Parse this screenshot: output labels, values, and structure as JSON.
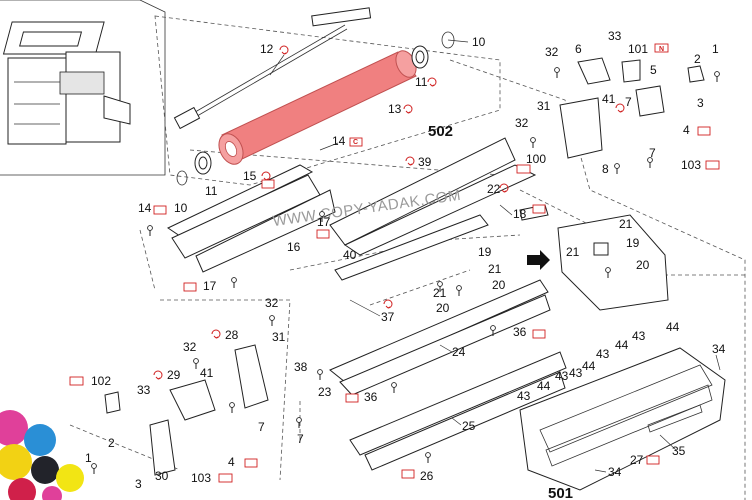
{
  "watermark": "WWW.COPY-YADAK.COM",
  "assembly_labels": {
    "a502": "502",
    "a501": "501"
  },
  "tags": {
    "C": "C",
    "N": "N"
  },
  "labels": {
    "l12": "12",
    "l10a": "10",
    "l10b": "10",
    "l11a": "11",
    "l11b": "11",
    "l13": "13",
    "l14a": "14",
    "l14b": "14",
    "l15": "15",
    "l16": "16",
    "l17a": "17",
    "l17b": "17",
    "l18": "18",
    "l19a": "19",
    "l19b": "19",
    "l20a": "20",
    "l20b": "20",
    "l20c": "20",
    "l21a": "21",
    "l21b": "21",
    "l21c": "21",
    "l21d": "21",
    "l22": "22",
    "l23": "23",
    "l24": "24",
    "l25": "25",
    "l26": "26",
    "l27": "27",
    "l28": "28",
    "l29": "29",
    "l30": "30",
    "l31a": "31",
    "l31b": "31",
    "l32a": "32",
    "l32b": "32",
    "l32c": "32",
    "l32d": "32",
    "l33a": "33",
    "l33b": "33",
    "l34a": "34",
    "l34b": "34",
    "l35": "35",
    "l36a": "36",
    "l36b": "36",
    "l37": "37",
    "l38": "38",
    "l39": "39",
    "l40": "40",
    "l41a": "41",
    "l41b": "41",
    "l43a": "43",
    "l43b": "43",
    "l43c": "43",
    "l43d": "43",
    "l43e": "43",
    "l44a": "44",
    "l44b": "44",
    "l44c": "44",
    "l44d": "44",
    "l1a": "1",
    "l1b": "1",
    "l2a": "2",
    "l2b": "2",
    "l3a": "3",
    "l3b": "3",
    "l4a": "4",
    "l4b": "4",
    "l5": "5",
    "l6": "6",
    "l7a": "7",
    "l7b": "7",
    "l7c": "7",
    "l8": "8",
    "l100": "100",
    "l101": "101",
    "l102": "102",
    "l103a": "103",
    "l103b": "103"
  },
  "colors": {
    "highlight": "#f08080",
    "tag_red": "#d02020",
    "line": "#222222"
  }
}
